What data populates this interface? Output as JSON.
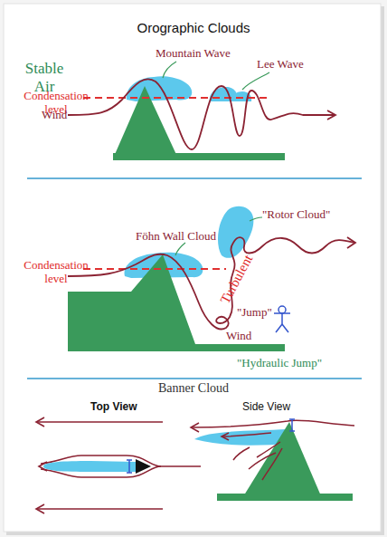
{
  "diagram": {
    "title": "Orographic Clouds",
    "labels": [
      "Stable Air",
      "Mountain Wave",
      "Lee Wave",
      "Condensation level",
      "Wind",
      "Föhn Wall Cloud",
      "\"Rotor Cloud\"",
      "Condensation level",
      "Turbulent",
      "\"Jump\"",
      "Wind",
      "\"Hydraulic Jump\"",
      "Banner Cloud",
      "Top View",
      "Side View"
    ]
  }
}
